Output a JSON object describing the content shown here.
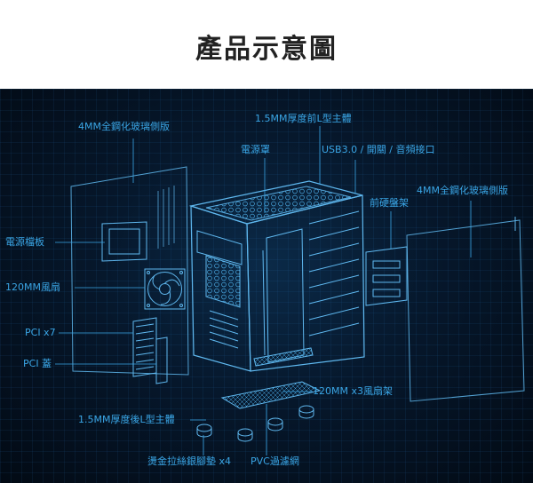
{
  "title": "產品示意圖",
  "labels": {
    "glass_left": "4MM全鋼化玻璃側版",
    "front_bracket_top": "1.5MM厚度前L型主體",
    "psu_cover": "電源罩",
    "usb_io": "USB3.0 / 開關 / 音頻接口",
    "glass_right": "4MM全鋼化玻璃側版",
    "front_hdd": "前硬盤架",
    "psu_baffle": "電源檔板",
    "fan_120": "120MM風扇",
    "pci_x7": "PCI x7",
    "pci_cover": "PCI 蓋",
    "fan_rack": "120MM x3風扇架",
    "rear_bracket": "1.5MM厚度後L型主體",
    "feet": "燙金拉絲銀腳墊 x4",
    "pvc_filter": "PVC過濾網"
  },
  "colors": {
    "accent": "#3aa6e6",
    "line": "#5fb8ef",
    "background": "#06172b"
  }
}
